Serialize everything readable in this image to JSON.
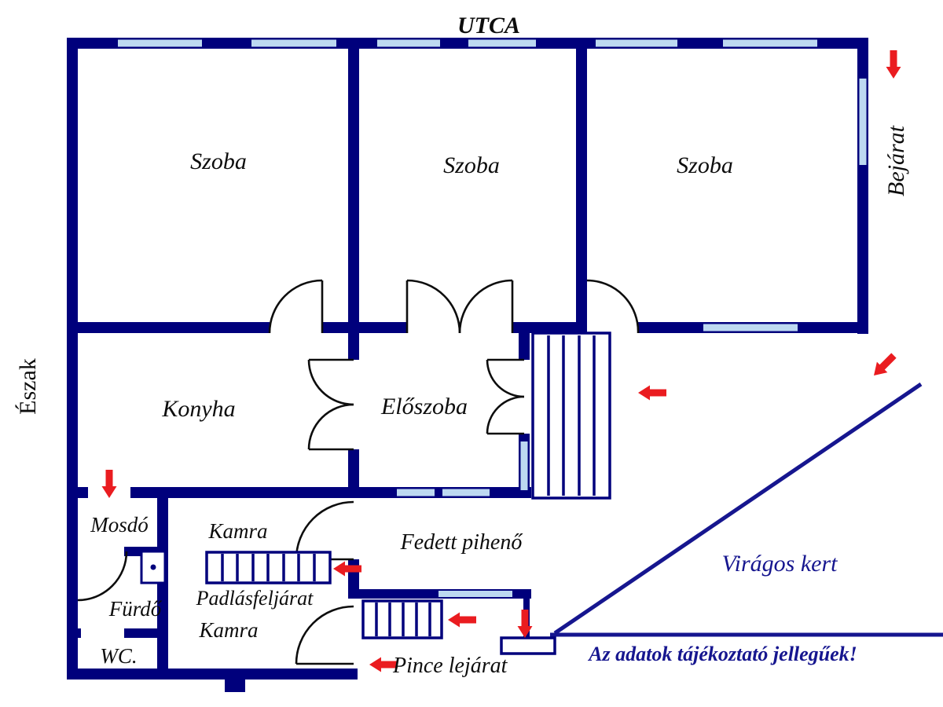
{
  "labels": {
    "utca": "UTCA",
    "szoba_1": "Szoba",
    "szoba_2": "Szoba",
    "szoba_3": "Szoba",
    "bejarat": "Bejárat",
    "eszak": "Észak",
    "konyha": "Konyha",
    "eloszoba": "Előszoba",
    "mosdo": "Mosdó",
    "kamra_felso": "Kamra",
    "furdo": "Fürdő",
    "wc": "WC.",
    "padlasfeljarat": "Padlásfeljárat",
    "kamra_also": "Kamra",
    "fedett_piheno": "Fedett pihenő",
    "pince_lejarat": "Pince lejárat",
    "viragos_kert": "Virágos kert",
    "disclaimer": "Az adatok tájékoztató jellegűek!"
  },
  "colors": {
    "wall": "#00007c",
    "window": "#bdd9f1",
    "arrow": "#ea1c20",
    "ink": "#0d0d0d",
    "ink-navy": "#16168f",
    "line": "#16168f"
  }
}
